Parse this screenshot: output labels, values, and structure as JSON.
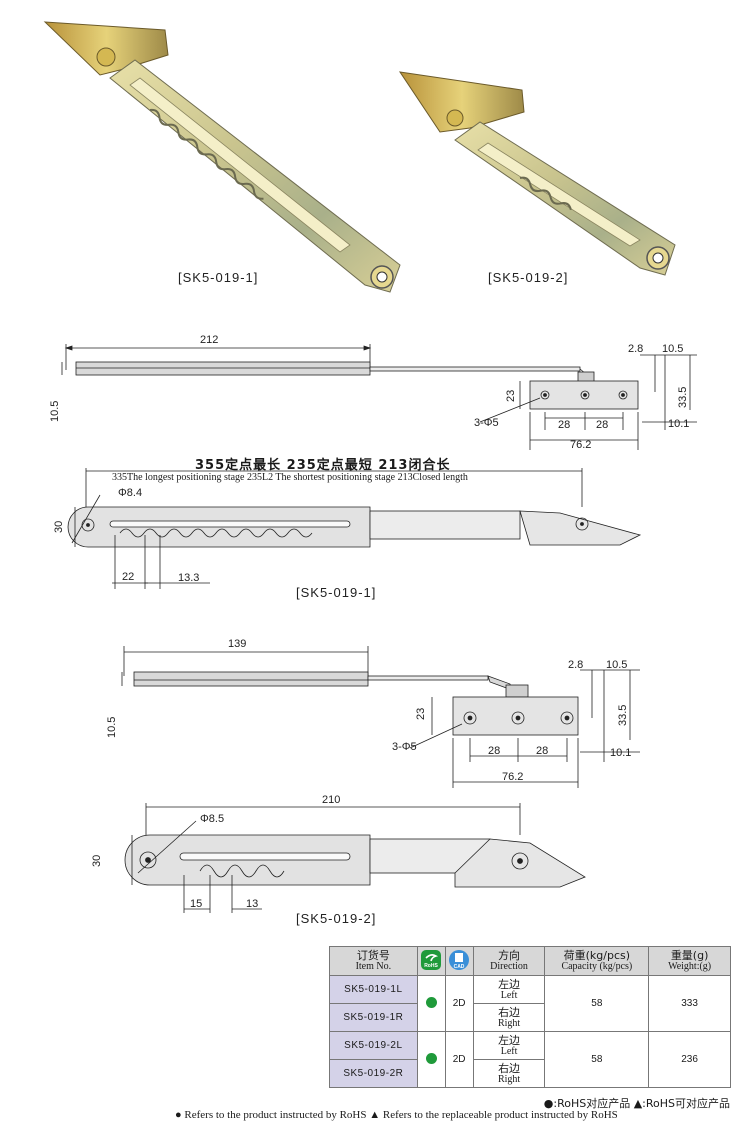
{
  "photos": {
    "label_1": "[SK5-019-1]",
    "label_2": "[SK5-019-2]"
  },
  "drawing1": {
    "length": "212",
    "d_2_8": "2.8",
    "d_10_5_r": "10.5",
    "d_10_5_l": "10.5",
    "d_23": "23",
    "d_33_5": "33.5",
    "d_3phi5": "3-Φ5",
    "d_28a": "28",
    "d_28b": "28",
    "d_10_1": "10.1",
    "d_76_2": "76.2"
  },
  "stages": {
    "headline": "355定点最长  235定点最短  213闭合长",
    "subline": "335The longest  positioning stage  235L2 The shortest positioning stage  213Closed length"
  },
  "drawing1b": {
    "phi": "Φ8.4",
    "d_30": "30",
    "d_22": "22",
    "d_13_3": "13.3",
    "caption": "[SK5-019-1]"
  },
  "drawing2": {
    "length": "139",
    "d_2_8": "2.8",
    "d_10_5_r": "10.5",
    "d_10_5_l": "10.5",
    "d_23": "23",
    "d_33_5": "33.5",
    "d_3phi5": "3-Φ5",
    "d_28a": "28",
    "d_28b": "28",
    "d_10_1": "10.1",
    "d_76_2": "76.2"
  },
  "drawing2b": {
    "length": "210",
    "phi": "Φ8.5",
    "d_30": "30",
    "d_15": "15",
    "d_13": "13",
    "caption": "[SK5-019-2]"
  },
  "table": {
    "headers": {
      "item_cn": "订货号",
      "item_en": "Item No.",
      "rohs": "RoHS",
      "cad": "CAD",
      "dir_cn": "方向",
      "dir_en": "Direction",
      "cap_cn": "荷重(kg/pcs)",
      "cap_en": "Capacity (kg/pcs)",
      "wt_cn": "重量(g)",
      "wt_en": "Weight:(g)"
    },
    "rows": [
      {
        "item": "SK5-019-1L",
        "cad": "2D",
        "dir_cn": "左边",
        "dir_en": "Left",
        "capacity": "58",
        "weight": "333"
      },
      {
        "item": "SK5-019-1R",
        "dir_cn": "右边",
        "dir_en": "Right"
      },
      {
        "item": "SK5-019-2L",
        "cad": "2D",
        "dir_cn": "左边",
        "dir_en": "Left",
        "capacity": "58",
        "weight": "236"
      },
      {
        "item": "SK5-019-2R",
        "dir_cn": "右边",
        "dir_en": "Right"
      }
    ]
  },
  "legend": {
    "cn": "●:RoHS对应产品   ▲:RoHS可对应产品",
    "en": "●  Refers to the product instructed by RoHS  ▲ Refers to the replaceable product instructed by RoHS"
  },
  "colors": {
    "rohs_green": "#1f9a3a",
    "cad_blue": "#3a8fd8",
    "item_bg": "#d4d2e8",
    "header_bg": "#d7d7d7"
  }
}
